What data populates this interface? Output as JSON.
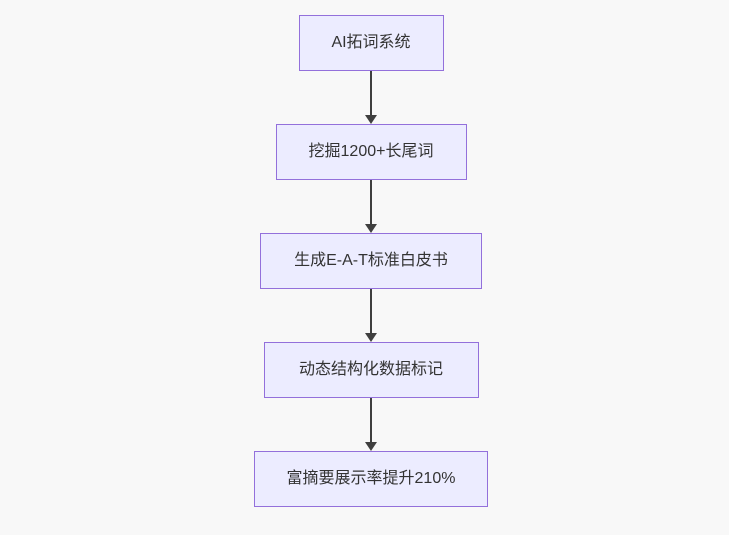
{
  "diagram": {
    "type": "flowchart",
    "direction": "top-down",
    "nodes": [
      {
        "id": "step-1",
        "label": "AI拓词系统"
      },
      {
        "id": "step-2",
        "label": "挖掘1200+长尾词"
      },
      {
        "id": "step-3",
        "label": "生成E-A-T标准白皮书"
      },
      {
        "id": "step-4",
        "label": "动态结构化数据标记"
      },
      {
        "id": "step-5",
        "label": "富摘要展示率提升210%"
      }
    ],
    "edges": [
      {
        "from": "step-1",
        "to": "step-2"
      },
      {
        "from": "step-2",
        "to": "step-3"
      },
      {
        "from": "step-3",
        "to": "step-4"
      },
      {
        "from": "step-4",
        "to": "step-5"
      }
    ],
    "colors": {
      "node_fill": "#ececff",
      "node_border": "#9370db",
      "node_text": "#333333",
      "edge": "#3f3f3f",
      "background": "#f8f8f8"
    }
  }
}
